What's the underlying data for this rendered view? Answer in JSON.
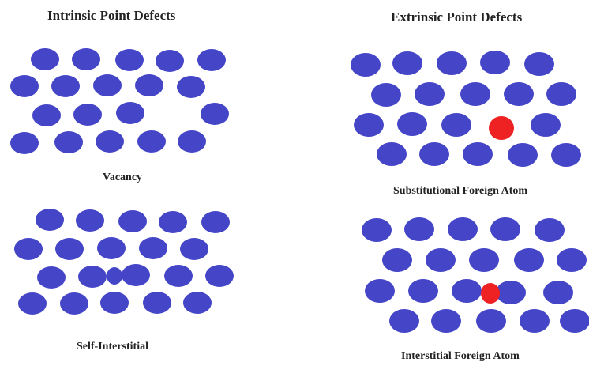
{
  "headings": {
    "intrinsic": "Intrinsic Point Defects",
    "extrinsic": "Extrinsic Point Defects"
  },
  "captions": {
    "vacancy": "Vacancy",
    "self_interstitial": "Self-Interstitial",
    "substitutional": "Substitutional Foreign Atom",
    "interstitial_foreign": "Interstitial Foreign Atom"
  },
  "colors": {
    "host_atom": "#4545c8",
    "foreign_atom": "#ee2222",
    "text": "#222222",
    "background": "#ffffff"
  }
}
